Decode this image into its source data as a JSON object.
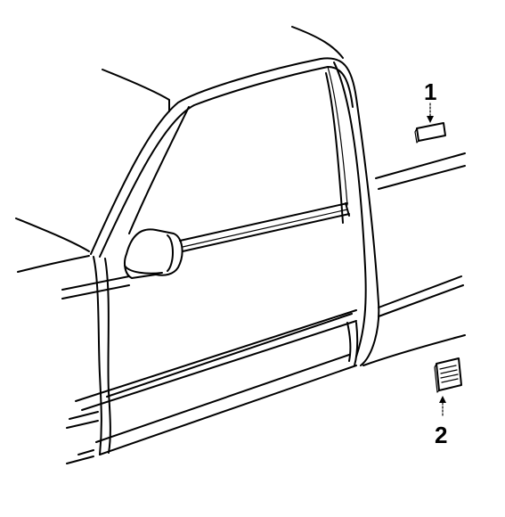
{
  "diagram": {
    "type": "parts-illustration",
    "colors": {
      "line": "#000000",
      "background": "#ffffff"
    },
    "callouts": [
      {
        "label": "1",
        "part": "emblem-plate"
      },
      {
        "label": "2",
        "part": "badge-emblem"
      }
    ]
  }
}
